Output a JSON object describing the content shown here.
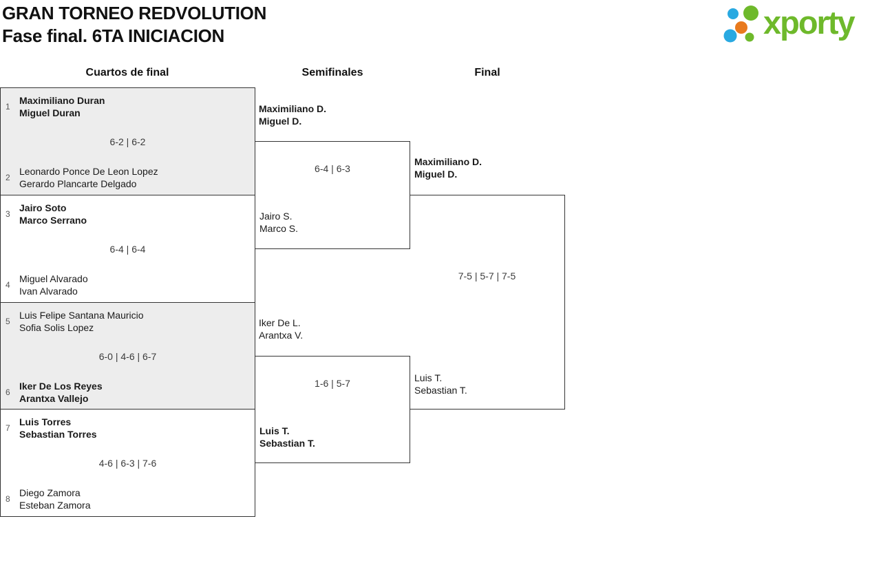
{
  "header": {
    "title_line1": "GRAN TORNEO REDVOLUTION",
    "title_line2": "Fase final. 6TA INICIACION"
  },
  "logo": {
    "text": "xporty",
    "colors": {
      "green": "#6eb92b",
      "blue": "#29a9e1",
      "orange": "#e87a1e"
    }
  },
  "rounds": {
    "quarterfinals": "Cuartos de final",
    "semifinals": "Semifinales",
    "final": "Final"
  },
  "bracket": {
    "quarterfinals": [
      {
        "score": "6-2 | 6-2",
        "top": {
          "seed": "1",
          "player1": "Maximiliano Duran",
          "player2": "Miguel Duran",
          "winner": true
        },
        "bottom": {
          "seed": "2",
          "player1": "Leonardo Ponce De Leon Lopez",
          "player2": "Gerardo Plancarte Delgado",
          "winner": false
        }
      },
      {
        "score": "6-4 | 6-4",
        "top": {
          "seed": "3",
          "player1": "Jairo Soto",
          "player2": "Marco Serrano",
          "winner": true
        },
        "bottom": {
          "seed": "4",
          "player1": "Miguel Alvarado",
          "player2": "Ivan Alvarado",
          "winner": false
        }
      },
      {
        "score": "6-0 | 4-6 | 6-7",
        "top": {
          "seed": "5",
          "player1": "Luis Felipe Santana Mauricio",
          "player2": "Sofia Solis Lopez",
          "winner": false
        },
        "bottom": {
          "seed": "6",
          "player1": "Iker De Los Reyes",
          "player2": "Arantxa Vallejo",
          "winner": true
        }
      },
      {
        "score": "4-6 | 6-3 | 7-6",
        "top": {
          "seed": "7",
          "player1": "Luis Torres",
          "player2": "Sebastian Torres",
          "winner": true
        },
        "bottom": {
          "seed": "8",
          "player1": "Diego Zamora",
          "player2": "Esteban Zamora",
          "winner": false
        }
      }
    ],
    "semifinals": [
      {
        "score": "6-4 | 6-3",
        "top": {
          "player1": "Maximiliano D.",
          "player2": "Miguel D.",
          "winner": true
        },
        "bottom": {
          "player1": "Jairo S.",
          "player2": "Marco S.",
          "winner": false
        }
      },
      {
        "score": "1-6 | 5-7",
        "top": {
          "player1": "Iker De L.",
          "player2": "Arantxa V.",
          "winner": false
        },
        "bottom": {
          "player1": "Luis T.",
          "player2": "Sebastian T.",
          "winner": true
        }
      }
    ],
    "final": {
      "score": "7-5 | 5-7 | 7-5",
      "top": {
        "player1": "Maximiliano D.",
        "player2": "Miguel D.",
        "winner": true
      },
      "bottom": {
        "player1": "Luis T.",
        "player2": "Sebastian T.",
        "winner": false
      }
    }
  }
}
